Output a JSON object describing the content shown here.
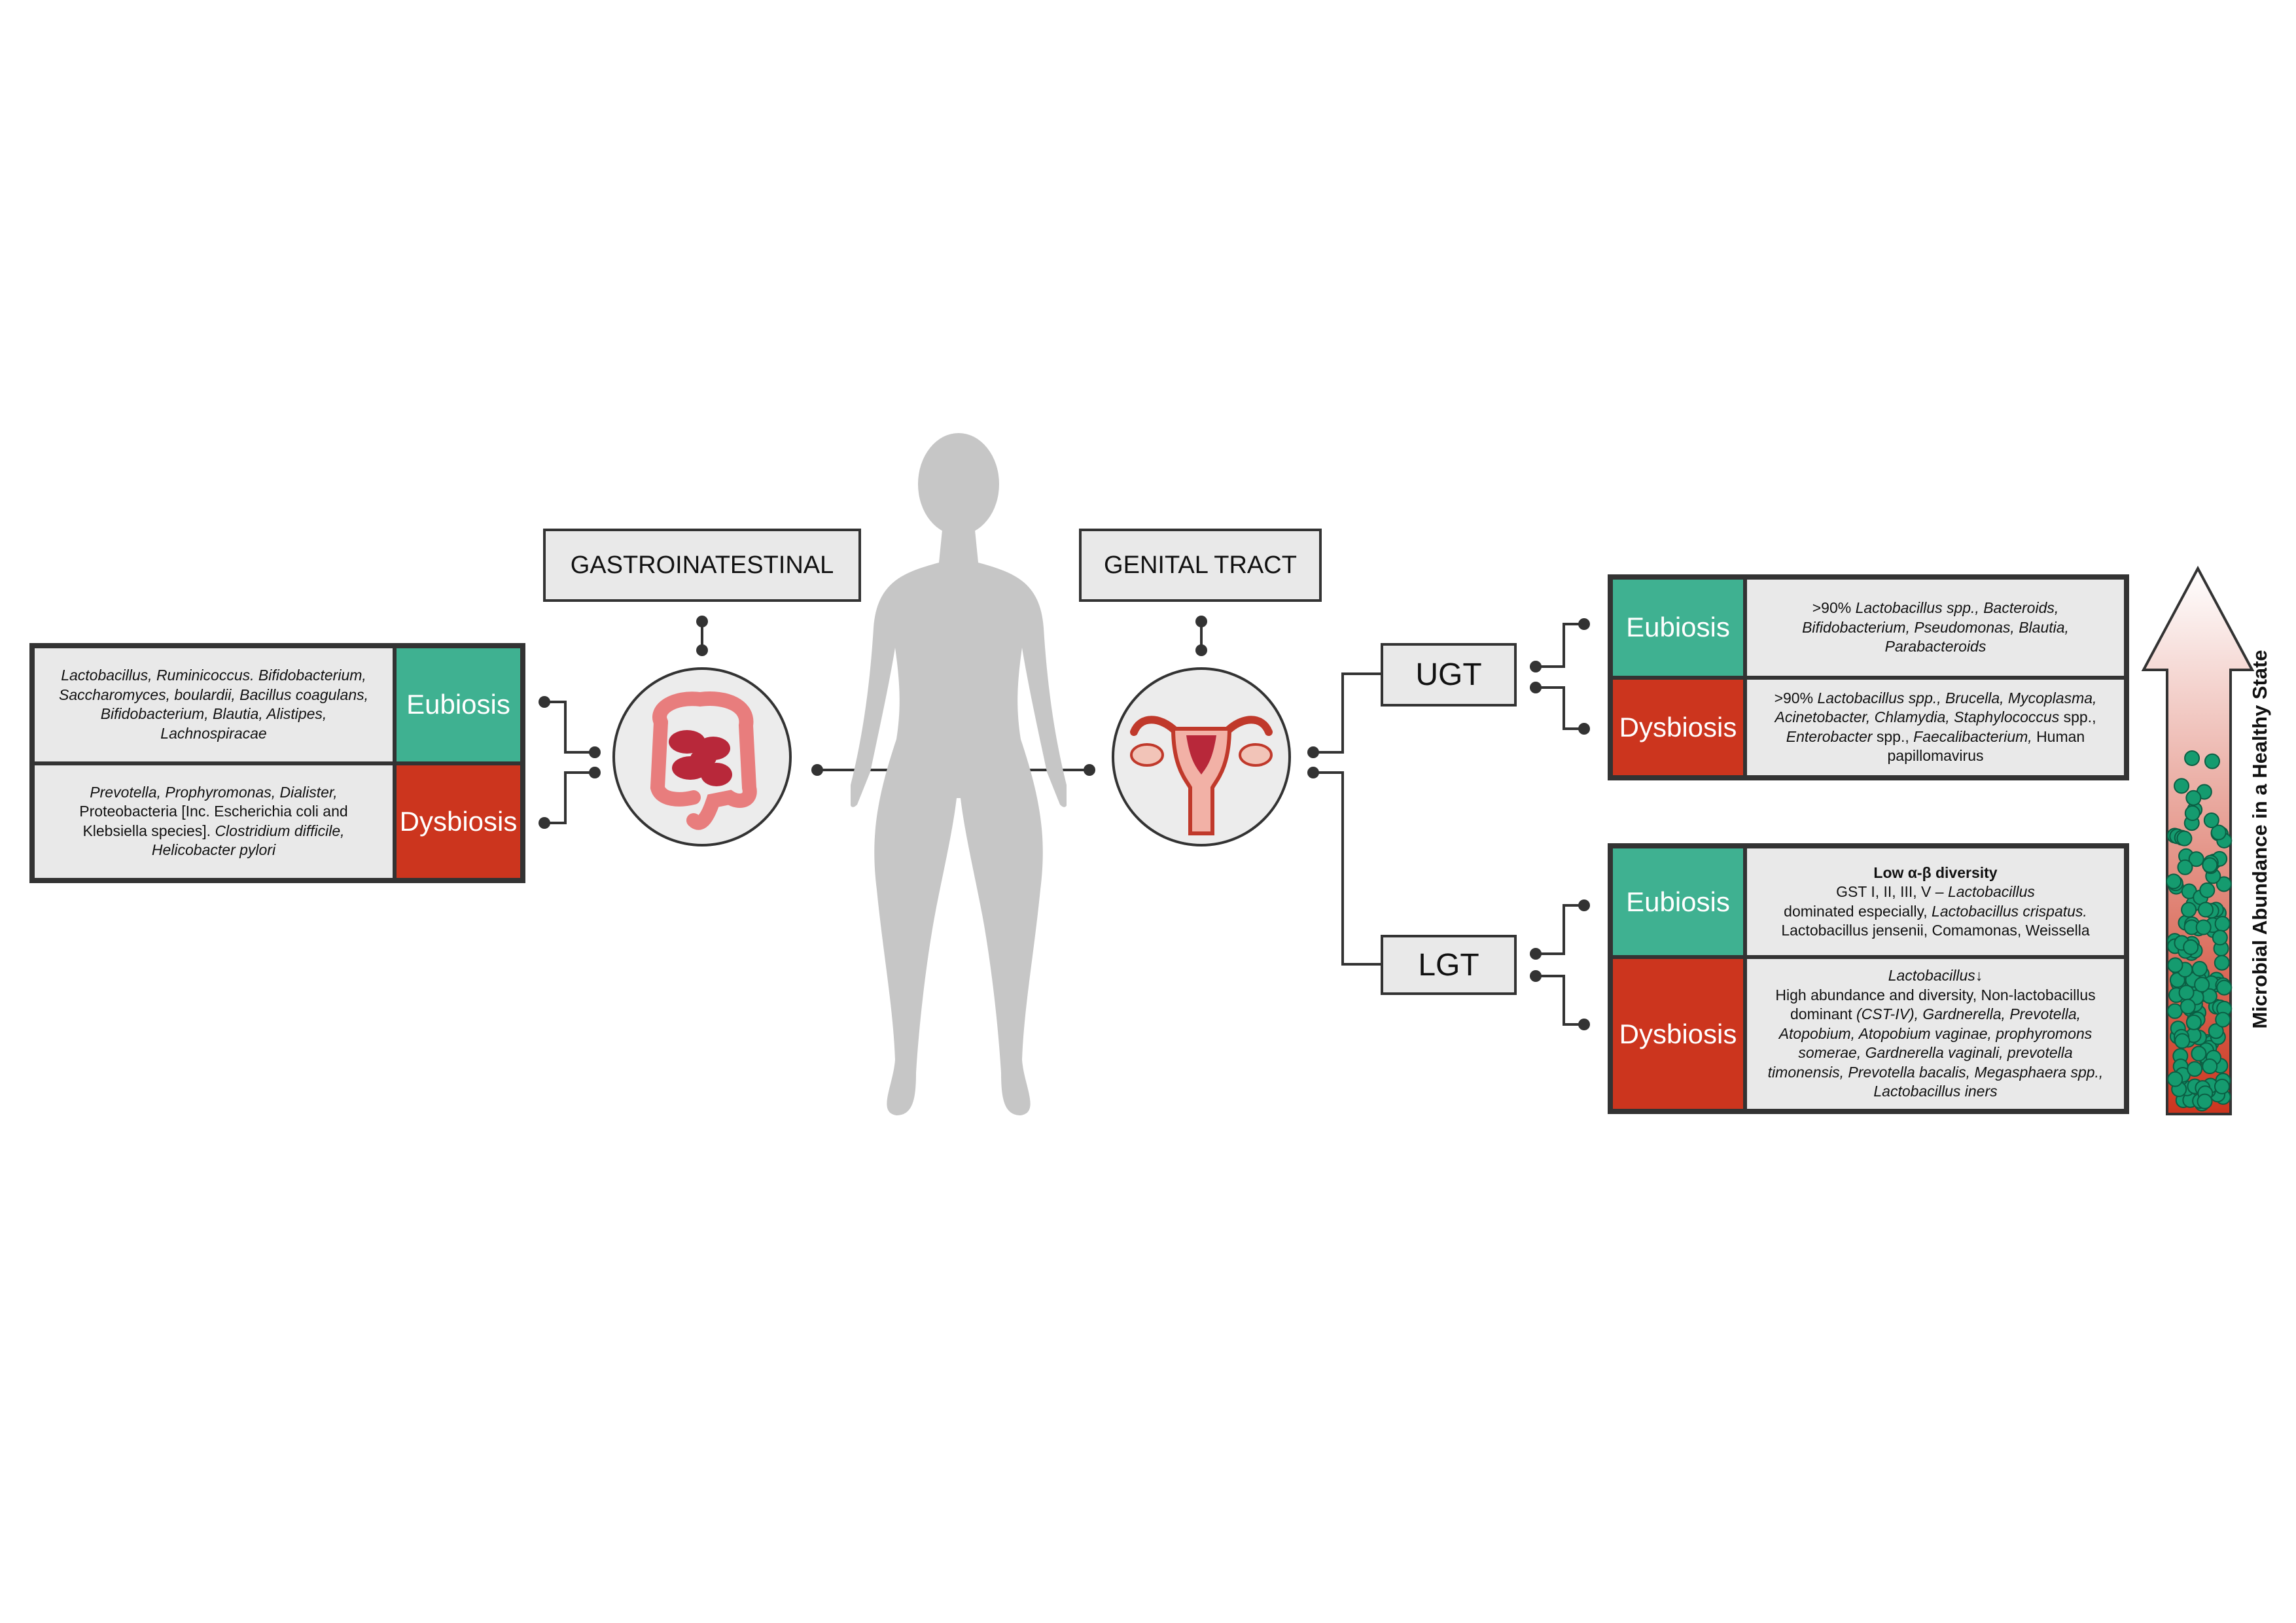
{
  "regions": {
    "gi": "GASTROINATESTINAL",
    "genital": "GENITAL TRACT",
    "ugt": "UGT",
    "lgt": "LGT"
  },
  "states": {
    "eubiosis": "Eubiosis",
    "dysbiosis": "Dysbiosis"
  },
  "gi_table": {
    "eubiosis": [
      "Lactobacillus, Ruminicoccus. Bifidobacterium,",
      "Saccharomyces, boulardii, Bacillus coagulans,",
      "Bifidobacterium, Blautia, Alistipes,",
      "Lachnospiracae"
    ],
    "dysbiosis_1": "Prevotella, Prophyromonas, Dialister,",
    "dysbiosis_2": "Proteobacteria [Inc. Escherichia coli and",
    "dysbiosis_3a": "Klebsiella species].",
    "dysbiosis_3b": "Clostridium difficile,",
    "dysbiosis_4": "Helicobacter pylori"
  },
  "ugt_table": {
    "eu_1a": ">90%",
    "eu_1b": "Lactobacillus spp., Bacteroids,",
    "eu_2": "Bifidobacterium, Pseudomonas, Blautia,",
    "eu_3": "Parabacteroids",
    "dy_1a": ">90%",
    "dy_1b": "Lactobacillus spp., Brucella, Mycoplasma,",
    "dy_2a": "Acinetobacter, Chlamydia, Staphylococcus",
    "dy_2b": "spp.,",
    "dy_3a": "Enterobacter",
    "dy_3b": "spp.,",
    "dy_3c": "Faecalibacterium,",
    "dy_3d": "Human",
    "dy_4": "papillomavirus"
  },
  "lgt_table": {
    "eu_title": "Low α-β diversity",
    "eu_1a": "GST I, II, III, V –",
    "eu_1b": "Lactobacillus",
    "eu_2a": "dominated especially,",
    "eu_2b": "Lactobacillus crispatus.",
    "eu_3": "Lactobacillus jensenii, Comamonas, Weissella",
    "dy_1": "Lactobacillus",
    "dy_arrow": "↓",
    "dy_2": "High abundance and diversity, Non-lactobacillus",
    "dy_3a": "dominant",
    "dy_3b": "(CST-IV), Gardnerella, Prevotella,",
    "dy_4": "Atopobium, Atopobium vaginae, prophyromons",
    "dy_5": "somerae, Gardnerella vaginali, prevotella",
    "dy_6": "timonensis, Prevotella bacalis, Megasphaera spp.,",
    "dy_7": "Lactobacillus iners"
  },
  "abundance_label": "Microbial Abundance in a Healthy State",
  "colors": {
    "eubiosis": "#3fb191",
    "dysbiosis": "#cc351e",
    "cell": "#e9e9e9",
    "silhouette": "#c6c6c6"
  }
}
